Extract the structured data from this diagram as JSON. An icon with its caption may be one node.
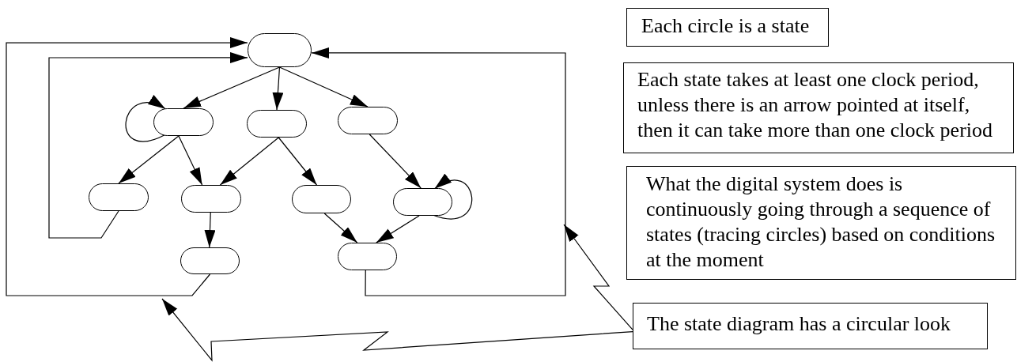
{
  "diagram": {
    "nodes": [
      {
        "text": [],
        "shape": "box"
      },
      {
        "text": [],
        "shape": "box"
      },
      {
        "text": [],
        "shape": "box"
      },
      {
        "text": [],
        "shape": "box"
      },
      {
        "text": [],
        "shape": "box"
      },
      {
        "text": [],
        "shape": "box"
      },
      {
        "text": [],
        "shape": "box"
      },
      {
        "text": [],
        "shape": "box"
      },
      {
        "text": [],
        "shape": "box"
      },
      {
        "text": [],
        "shape": "box"
      },
      {
        "text": [
          "Each circle is a state"
        ]
      },
      {
        "text": [
          "Each state takes at least one clock period, unless there is an arrow pointed at itself, then it can take more than one clock period"
        ]
      },
      {
        "text": [
          "What the digital system does is continuously going through a sequence of states (tracing circles) based on conditions at the moment"
        ]
      },
      {
        "text": [
          "The state diagram has a circular look"
        ]
      }
    ],
    "edges": [
      {
        "from": 0,
        "to": 1,
        "arrow": "to"
      },
      {
        "from": 0,
        "to": 2,
        "arrow": "to"
      },
      {
        "from": 0,
        "to": 3,
        "arrow": "to"
      },
      {
        "from": 1,
        "to": 1,
        "arrow": "to"
      },
      {
        "from": 1,
        "to": 4,
        "arrow": "to"
      },
      {
        "from": 1,
        "to": 5,
        "arrow": "to"
      },
      {
        "from": 2,
        "to": 5,
        "arrow": "to"
      },
      {
        "from": 2,
        "to": 6,
        "arrow": "to"
      },
      {
        "from": 3,
        "to": 7,
        "arrow": "to"
      },
      {
        "from": 7,
        "to": 7,
        "arrow": "to"
      },
      {
        "from": 5,
        "to": 8,
        "arrow": "to"
      },
      {
        "from": 6,
        "to": 9,
        "arrow": "to"
      },
      {
        "from": 7,
        "to": 9,
        "arrow": "to"
      },
      {
        "from": 4,
        "to": 0,
        "arrow": "to"
      },
      {
        "from": 8,
        "to": 0,
        "arrow": "to"
      },
      {
        "from": 9,
        "to": 0,
        "arrow": "to"
      },
      {
        "from": 13,
        "to": null,
        "arrow": "to"
      },
      {
        "from": 13,
        "to": null,
        "arrow": "to"
      }
    ]
  }
}
